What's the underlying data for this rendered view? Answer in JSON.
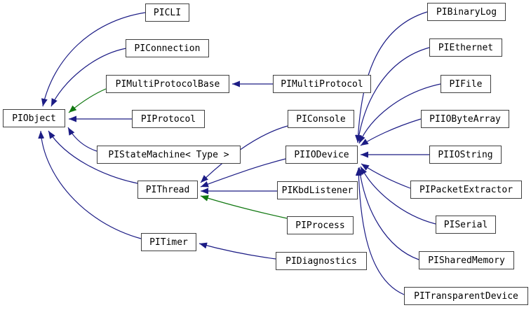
{
  "diagram": {
    "type": "class-inheritance-graph",
    "colors": {
      "background": "#ffffff",
      "node_background": "#ffffff",
      "node_border": "#404040",
      "node_text": "#000000",
      "edge_public_inheritance": "#1c1c85",
      "edge_protected_inheritance": "#117811"
    },
    "nodes": [
      {
        "id": "PIObject",
        "label": "PIObject"
      },
      {
        "id": "PICLI",
        "label": "PICLI"
      },
      {
        "id": "PIConnection",
        "label": "PIConnection"
      },
      {
        "id": "PIMultiProtocolBase",
        "label": "PIMultiProtocolBase"
      },
      {
        "id": "PIProtocol",
        "label": "PIProtocol"
      },
      {
        "id": "PIStateMachine",
        "label": "PIStateMachine< Type >"
      },
      {
        "id": "PIThread",
        "label": "PIThread"
      },
      {
        "id": "PITimer",
        "label": "PITimer"
      },
      {
        "id": "PIMultiProtocol",
        "label": "PIMultiProtocol"
      },
      {
        "id": "PIConsole",
        "label": "PIConsole"
      },
      {
        "id": "PIIODevice",
        "label": "PIIODevice"
      },
      {
        "id": "PIKbdListener",
        "label": "PIKbdListener"
      },
      {
        "id": "PIProcess",
        "label": "PIProcess"
      },
      {
        "id": "PIDiagnostics",
        "label": "PIDiagnostics"
      },
      {
        "id": "PIBinaryLog",
        "label": "PIBinaryLog"
      },
      {
        "id": "PIEthernet",
        "label": "PIEthernet"
      },
      {
        "id": "PIFile",
        "label": "PIFile"
      },
      {
        "id": "PIIOByteArray",
        "label": "PIIOByteArray"
      },
      {
        "id": "PIIOString",
        "label": "PIIOString"
      },
      {
        "id": "PIPacketExtractor",
        "label": "PIPacketExtractor"
      },
      {
        "id": "PISerial",
        "label": "PISerial"
      },
      {
        "id": "PISharedMemory",
        "label": "PISharedMemory"
      },
      {
        "id": "PITransparentDevice",
        "label": "PITransparentDevice"
      }
    ],
    "edges": [
      {
        "from": "PICLI",
        "to": "PIObject",
        "access": "public"
      },
      {
        "from": "PIConnection",
        "to": "PIObject",
        "access": "public"
      },
      {
        "from": "PIMultiProtocolBase",
        "to": "PIObject",
        "access": "protected"
      },
      {
        "from": "PIProtocol",
        "to": "PIObject",
        "access": "public"
      },
      {
        "from": "PIStateMachine",
        "to": "PIObject",
        "access": "public"
      },
      {
        "from": "PIThread",
        "to": "PIObject",
        "access": "public"
      },
      {
        "from": "PITimer",
        "to": "PIObject",
        "access": "public"
      },
      {
        "from": "PIMultiProtocol",
        "to": "PIMultiProtocolBase",
        "access": "public"
      },
      {
        "from": "PIConsole",
        "to": "PIThread",
        "access": "public"
      },
      {
        "from": "PIIODevice",
        "to": "PIThread",
        "access": "public"
      },
      {
        "from": "PIKbdListener",
        "to": "PIThread",
        "access": "public"
      },
      {
        "from": "PIProcess",
        "to": "PIThread",
        "access": "protected"
      },
      {
        "from": "PIDiagnostics",
        "to": "PITimer",
        "access": "public"
      },
      {
        "from": "PIBinaryLog",
        "to": "PIIODevice",
        "access": "public"
      },
      {
        "from": "PIEthernet",
        "to": "PIIODevice",
        "access": "public"
      },
      {
        "from": "PIFile",
        "to": "PIIODevice",
        "access": "public"
      },
      {
        "from": "PIIOByteArray",
        "to": "PIIODevice",
        "access": "public"
      },
      {
        "from": "PIIOString",
        "to": "PIIODevice",
        "access": "public"
      },
      {
        "from": "PIPacketExtractor",
        "to": "PIIODevice",
        "access": "public"
      },
      {
        "from": "PISerial",
        "to": "PIIODevice",
        "access": "public"
      },
      {
        "from": "PISharedMemory",
        "to": "PIIODevice",
        "access": "public"
      },
      {
        "from": "PITransparentDevice",
        "to": "PIIODevice",
        "access": "public"
      }
    ]
  }
}
